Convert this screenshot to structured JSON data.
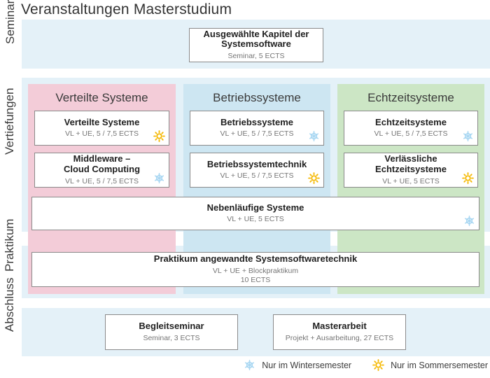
{
  "title": "Veranstaltungen Masterstudium",
  "rows": {
    "seminar": "Seminar",
    "vertiefungen": "Vertiefungen",
    "praktikum": "Praktikum",
    "abschluss": "Abschluss"
  },
  "seminar_course": {
    "title1": "Ausgewählte Kapitel der",
    "title2": "Systemsoftware",
    "details": "Seminar, 5 ECTS"
  },
  "vertiefungen": {
    "columns": [
      {
        "header": "Verteilte Systeme",
        "color": "#f3ccd8",
        "courses": [
          {
            "title1": "Verteilte Systeme",
            "title2": "",
            "details": "VL + UE, 5 / 7,5 ECTS",
            "semester": "sommer"
          },
          {
            "title1": "Middleware –",
            "title2": "Cloud Computing",
            "details": "VL + UE, 5 / 7,5 ECTS",
            "semester": "winter"
          }
        ]
      },
      {
        "header": "Betriebssysteme",
        "color": "#cde6f2",
        "courses": [
          {
            "title1": "Betriebssysteme",
            "title2": "",
            "details": "VL + UE, 5 / 7,5 ECTS",
            "semester": "winter"
          },
          {
            "title1": "Betriebssystemtechnik",
            "title2": "",
            "details": "VL + UE, 5 / 7,5 ECTS",
            "semester": "sommer"
          }
        ]
      },
      {
        "header": "Echtzeitsysteme",
        "color": "#cce6c5",
        "courses": [
          {
            "title1": "Echtzeitsysteme",
            "title2": "",
            "details": "VL + UE, 5 / 7,5 ECTS",
            "semester": "winter"
          },
          {
            "title1": "Verlässliche",
            "title2": "Echtzeitsysteme",
            "details": "VL + UE, 5 ECTS",
            "semester": "sommer"
          }
        ]
      }
    ],
    "spanning_course": {
      "title1": "Nebenläufige Systeme",
      "details": "VL + UE, 5 ECTS",
      "semester": "winter"
    }
  },
  "praktikum_course": {
    "title1": "Praktikum angewandte Systemsoftwaretechnik",
    "details1": "VL + UE + Blockpraktikum",
    "details2": "10 ECTS"
  },
  "abschluss_courses": [
    {
      "title1": "Begleitseminar",
      "details": "Seminar, 3 ECTS"
    },
    {
      "title1": "Masterarbeit",
      "details": "Projekt + Ausarbeitung, 27 ECTS"
    }
  ],
  "legend": {
    "winter": {
      "label": "Nur im Wintersemester",
      "icon": "snowflake-icon",
      "color": "#a9d7f2"
    },
    "sommer": {
      "label": "Nur im Sommersemester",
      "icon": "sun-icon",
      "color": "#f5b800"
    }
  },
  "colors": {
    "band": "#e4f1f8",
    "column_pink": "#f3ccd8",
    "column_blue": "#cde6f2",
    "column_green": "#cce6c5",
    "box_border": "#8a8a8a"
  }
}
